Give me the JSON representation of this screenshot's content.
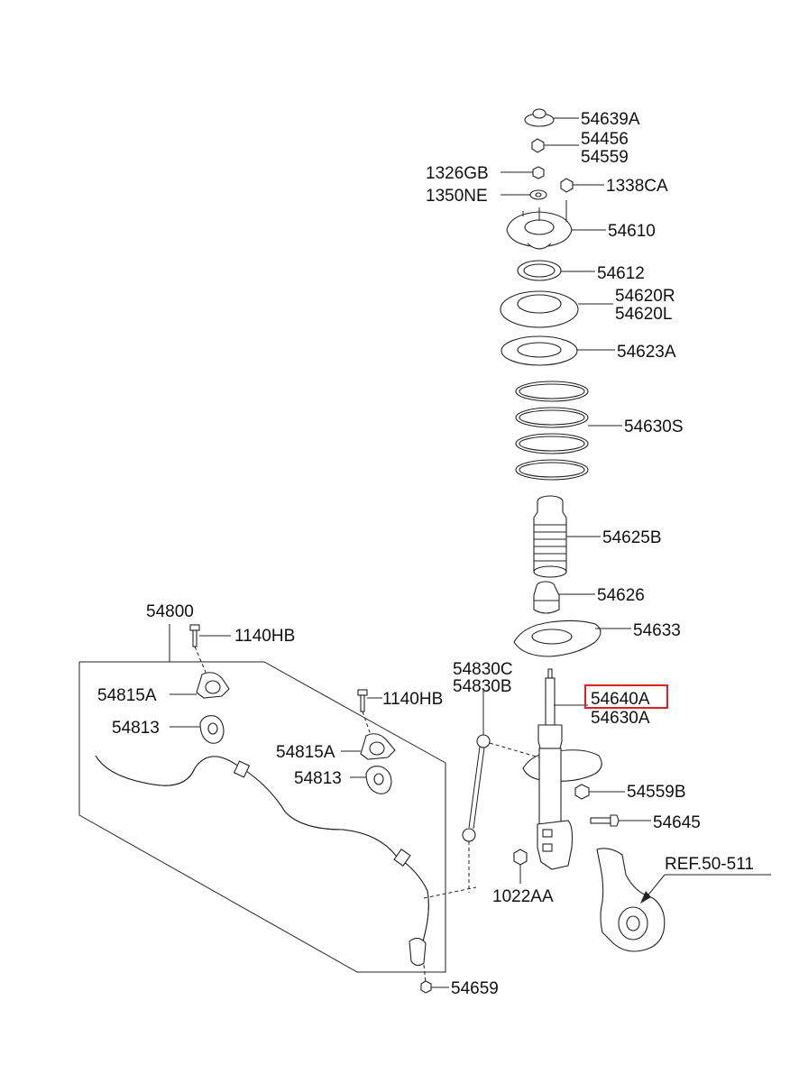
{
  "labels": {
    "p54639A": "54639A",
    "p54456": "54456",
    "p54559": "54559",
    "p1326GB": "1326GB",
    "p1338CA": "1338CA",
    "p1350NE": "1350NE",
    "p54610": "54610",
    "p54612": "54612",
    "p54620R": "54620R",
    "p54620L": "54620L",
    "p54623A": "54623A",
    "p54630S": "54630S",
    "p54625B": "54625B",
    "p54626": "54626",
    "p54633": "54633",
    "p54800": "54800",
    "p1140HB_a": "1140HB",
    "p1140HB_b": "1140HB",
    "p54815A_a": "54815A",
    "p54815A_b": "54815A",
    "p54813_a": "54813",
    "p54813_b": "54813",
    "p54830C": "54830C",
    "p54830B": "54830B",
    "p54640A": "54640A",
    "p54630A": "54630A",
    "p54559B": "54559B",
    "p54645": "54645",
    "p1022AA": "1022AA",
    "p54659": "54659",
    "ref": "REF.50-511"
  },
  "colors": {
    "highlight": "#e02020",
    "line": "#222222"
  }
}
